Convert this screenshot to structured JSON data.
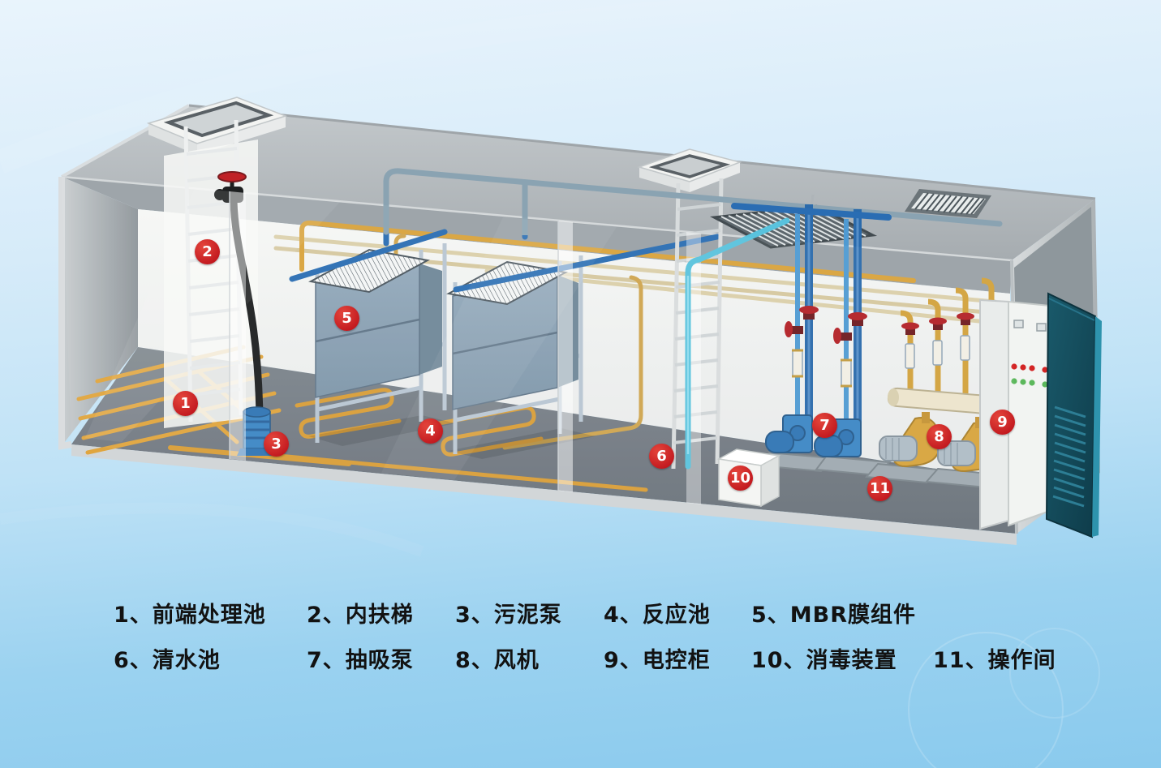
{
  "diagram": {
    "description": "MBR integrated wastewater treatment container cutaway",
    "markers": [
      {
        "number": "1",
        "term": "前端处理池"
      },
      {
        "number": "2",
        "term": "内扶梯"
      },
      {
        "number": "3",
        "term": "污泥泵"
      },
      {
        "number": "4",
        "term": "反应池"
      },
      {
        "number": "5",
        "term": "MBR膜组件"
      },
      {
        "number": "6",
        "term": "清水池"
      },
      {
        "number": "7",
        "term": "抽吸泵"
      },
      {
        "number": "8",
        "term": "风机"
      },
      {
        "number": "9",
        "term": "电控柜"
      },
      {
        "number": "10",
        "term": "消毒装置"
      },
      {
        "number": "11",
        "term": "操作间"
      }
    ]
  },
  "legend": {
    "row1": [
      "1、前端处理池",
      "2、内扶梯",
      "3、污泥泵",
      "4、反应池",
      "5、MBR膜组件"
    ],
    "row2": [
      "6、清水池",
      "7、抽吸泵",
      "8、风机",
      "9、电控柜",
      "10、消毒装置",
      "11、操作间"
    ]
  },
  "colors": {
    "accent_red": "#c2191f",
    "legend_text": "#121212",
    "pipe_yellow": "#d9a33c",
    "pipe_beige": "#dbcfa9",
    "pipe_blue": "#2a6db3",
    "pipe_cyan": "#59c2dd",
    "pump_blue": "#3b86c4",
    "blower_yellow": "#d7a43c",
    "door_teal": "#14505f",
    "roof_grey": "#b3b9bc",
    "floor_grey": "#727a81",
    "background_blue": "#9bd2f0"
  }
}
